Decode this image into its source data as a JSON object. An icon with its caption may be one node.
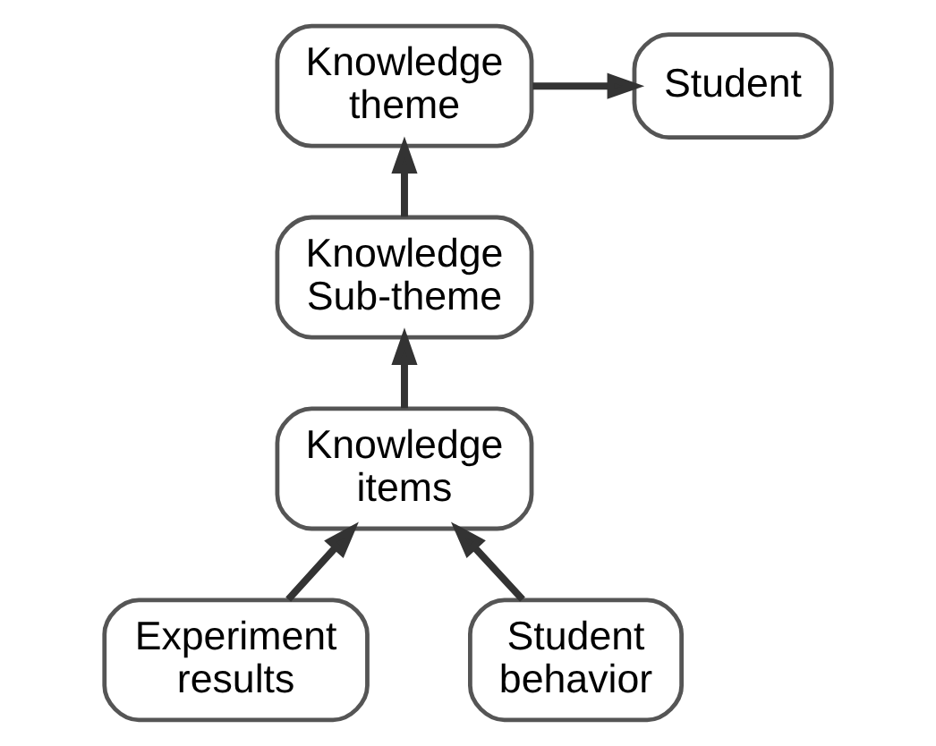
{
  "diagram": {
    "nodes": [
      {
        "text": [
          "Student"
        ]
      },
      {
        "text": [
          "Knowledge theme"
        ]
      },
      {
        "text": [
          "Knowledge Sub-theme"
        ]
      },
      {
        "text": [
          "Knowledge items"
        ]
      },
      {
        "text": [
          "Experiment results"
        ]
      },
      {
        "text": [
          "Student behavior"
        ]
      }
    ],
    "edges": [
      {
        "from": 1,
        "to": 0,
        "arrow": "to"
      },
      {
        "from": 2,
        "to": 1,
        "arrow": "to"
      },
      {
        "from": 3,
        "to": 2,
        "arrow": "to"
      },
      {
        "from": 4,
        "to": 3,
        "arrow": "to"
      },
      {
        "from": 5,
        "to": 3,
        "arrow": "to"
      }
    ]
  }
}
